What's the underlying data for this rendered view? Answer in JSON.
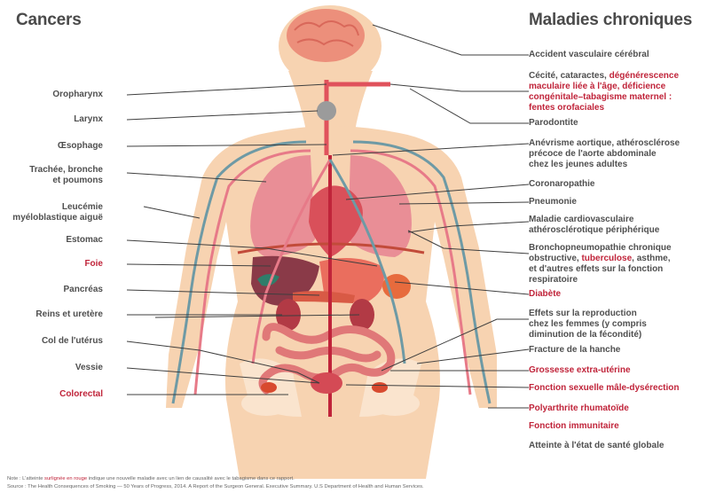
{
  "headings": {
    "left": "Cancers",
    "right": "Maladies chroniques"
  },
  "cancers": [
    {
      "text": "Oropharynx",
      "new": false
    },
    {
      "text": "Larynx",
      "new": false
    },
    {
      "text": "Œsophage",
      "new": false
    },
    {
      "text": "Trachée, bronche\net poumons",
      "new": false
    },
    {
      "text": "Leucémie\nmyéloblastique aiguë",
      "new": false
    },
    {
      "text": "Estomac",
      "new": false
    },
    {
      "text": "Foie",
      "new": true
    },
    {
      "text": "Pancréas",
      "new": false
    },
    {
      "text": "Reins et uretère",
      "new": false
    },
    {
      "text": "Col de l'utérus",
      "new": false
    },
    {
      "text": "Vessie",
      "new": false
    },
    {
      "text": "Colorectal",
      "new": true
    }
  ],
  "chronic": {
    "avc": "Accident vasculaire cérébral",
    "cecite_1": "Cécité, cataractes, ",
    "cecite_red_1": "dégénérescence",
    "cecite_red_2": "maculaire liée à l'âge, déficience",
    "cecite_red_3": "congénitale–tabagisme maternel :",
    "cecite_red_4": "fentes orofaciales",
    "parodontite": "Parodontite",
    "anevrisme": "Anévrisme aortique, athérosclérose\nprécoce de l'aorte abdominale\nchez les jeunes adultes",
    "coronaropathie": "Coronaropathie",
    "pneumonie": "Pneumonie",
    "cardio": "Maladie cardiovasculaire\nathérosclérotique périphérique",
    "bpco_1": "Bronchopneumopathie chronique\nobstructive, ",
    "bpco_red": "tuberculose",
    "bpco_2": ", asthme,\net d'autres effets sur la fonction\nrespiratoire",
    "diabete": "Diabète",
    "reproduction": "Effets sur la reproduction\nchez les femmes (y compris\ndiminution de la fécondité)",
    "hanche": "Fracture de la hanche",
    "grossesse": "Grossesse extra-utérine",
    "erection": "Fonction sexuelle mâle-dysérection",
    "polyarthrite": "Polyarthrite rhumatoïde",
    "immunitaire": "Fonction immunitaire",
    "sante": "Atteinte à l'état de santé globale"
  },
  "notes": {
    "line1_a": "Note : L'atteinte ",
    "line1_red": "surlignée en rouge",
    "line1_b": " indique une nouvelle maladie avec un lien de causalité avec le tabagisme dans ce rapport.",
    "line2": "Source : The Health Consequences of Smoking — 50 Years of Progress, 2014. A Report of the Surgeon General. Executive Summary. U.S Department of Health and Human Services."
  },
  "colors": {
    "text": "#4a4a4a",
    "new_disease": "#c0243a",
    "skin": "#f7d3b1",
    "organ": "#e8737d",
    "vein": "#6e9aa5"
  }
}
